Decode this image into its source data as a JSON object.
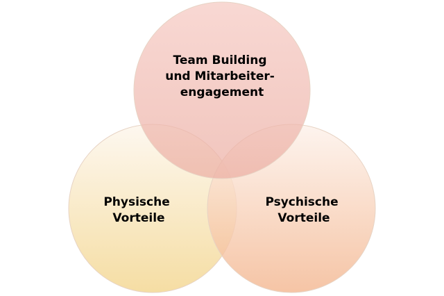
{
  "diagram": {
    "type": "venn-three-circles",
    "circles": [
      {
        "id": "top",
        "lines": [
          "Team Building",
          "und Mitarbeiter-",
          "engagement"
        ],
        "color_top": "#f6c9c2",
        "color_bottom": "#ebaea3"
      },
      {
        "id": "left",
        "lines": [
          "Physische",
          "Vorteile"
        ],
        "color_top": "#fdf6ec",
        "color_bottom": "#f3d68f"
      },
      {
        "id": "right",
        "lines": [
          "Psychische",
          "Vorteile"
        ],
        "color_top": "#fdf1ea",
        "color_bottom": "#f3b48c"
      }
    ],
    "outline_color": "#e7d3c4"
  }
}
